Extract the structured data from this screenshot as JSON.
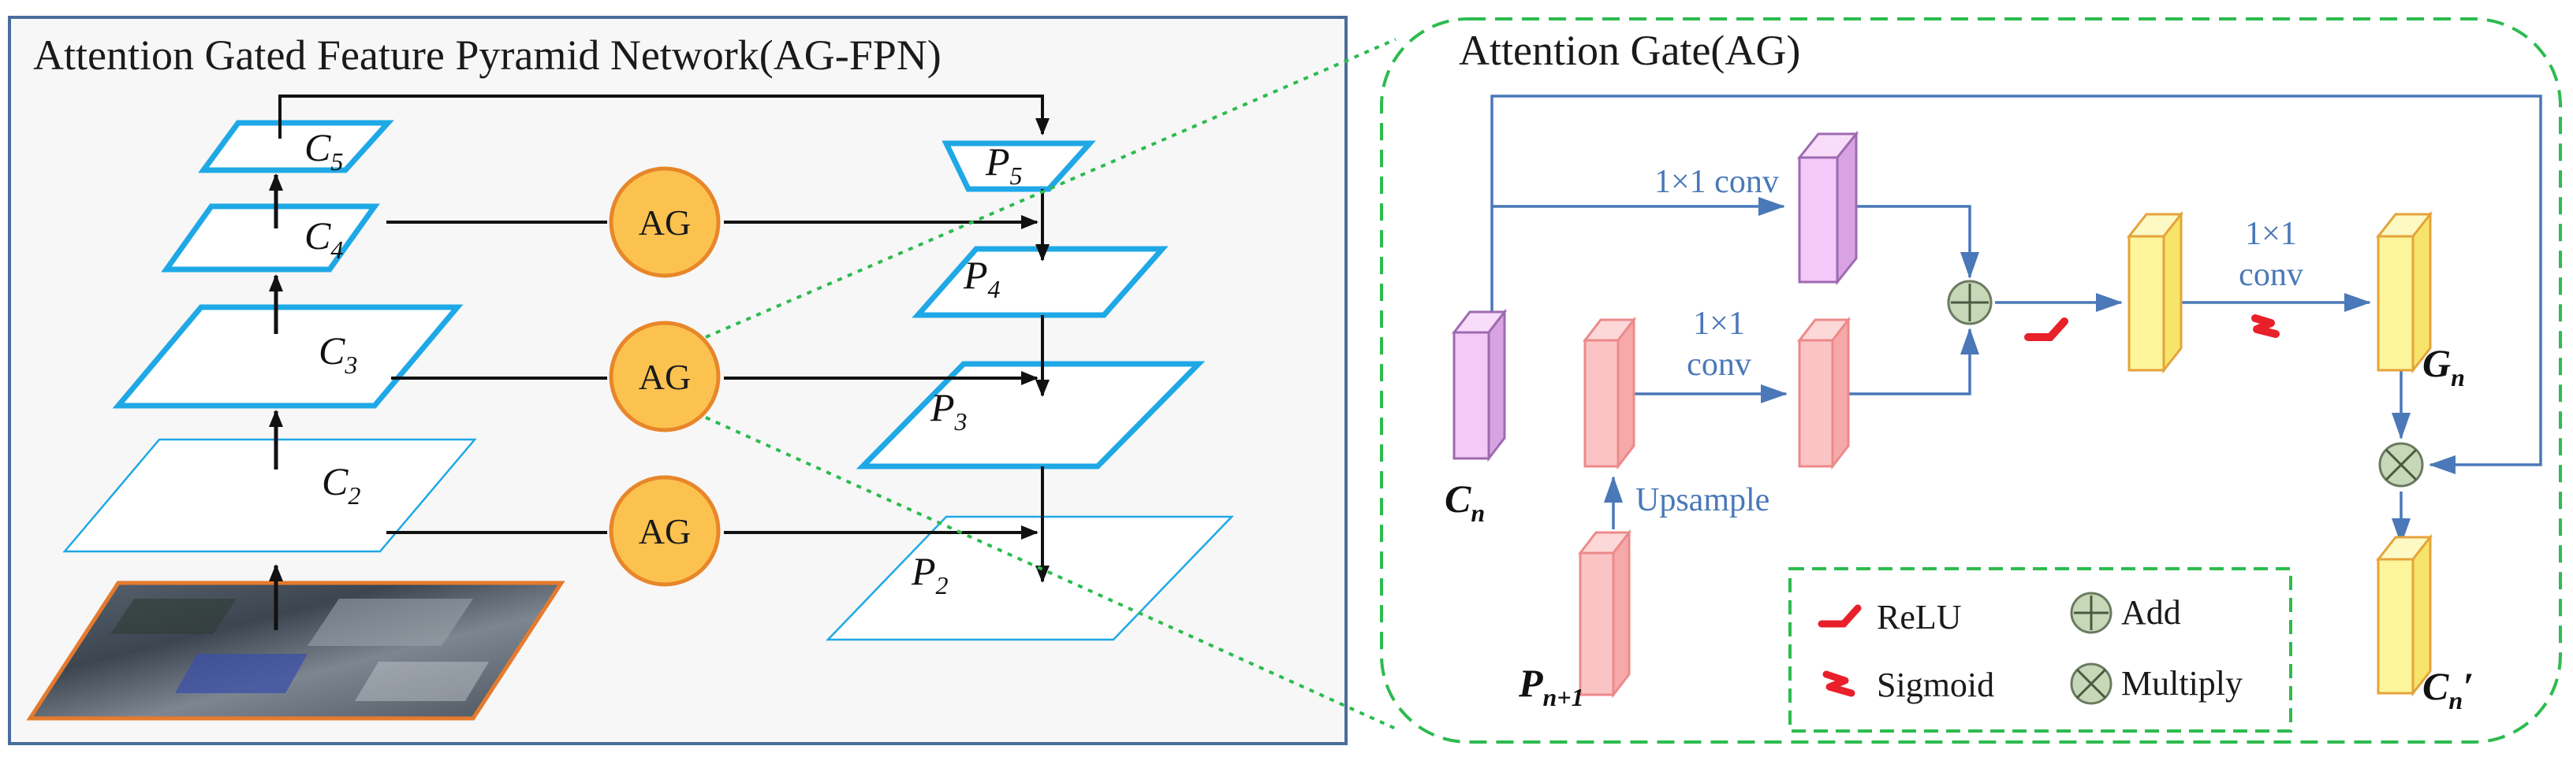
{
  "left_panel": {
    "title": "Attention Gated Feature Pyramid Network(AG-FPN)",
    "encoder_labels": [
      {
        "base": "C",
        "sub": "5"
      },
      {
        "base": "C",
        "sub": "4"
      },
      {
        "base": "C",
        "sub": "3"
      },
      {
        "base": "C",
        "sub": "2"
      }
    ],
    "decoder_labels": [
      {
        "base": "P",
        "sub": "5"
      },
      {
        "base": "P",
        "sub": "4"
      },
      {
        "base": "P",
        "sub": "3"
      },
      {
        "base": "P",
        "sub": "2"
      }
    ],
    "gate_label": "AG",
    "colors": {
      "panel_bg": "#f7f7f7",
      "panel_border": "#4a6d9c",
      "layer_stroke": "#1fa8e6",
      "gate_fill": "#fcc24f",
      "gate_stroke": "#e8862a",
      "image_border": "#e57a2e"
    }
  },
  "right_panel": {
    "title": "Attention Gate(AG)",
    "conv_top": "1×1 conv",
    "conv_mid_line1": "1×1",
    "conv_mid_line2": "conv",
    "conv_right_line1": "1×1",
    "conv_right_line2": "conv",
    "upsample": "Upsample",
    "cn": {
      "base": "C",
      "sub": "n"
    },
    "pn1": {
      "base": "P",
      "sub": "n+1"
    },
    "gn": {
      "base": "G",
      "sub": "n"
    },
    "cn_prime": {
      "base": "C",
      "sub": "n",
      "suffix": "′"
    },
    "legend": {
      "relu": "ReLU",
      "sigmoid": "Sigmoid",
      "add": "Add",
      "multiply": "Multiply"
    },
    "colors": {
      "dashed_border": "#2dbb4f",
      "arrow": "#4a78b8",
      "purple": "#f4c8f8",
      "pink": "#fbc4c4",
      "yellow": "#fcf59a",
      "activation": "#e8202a"
    }
  }
}
